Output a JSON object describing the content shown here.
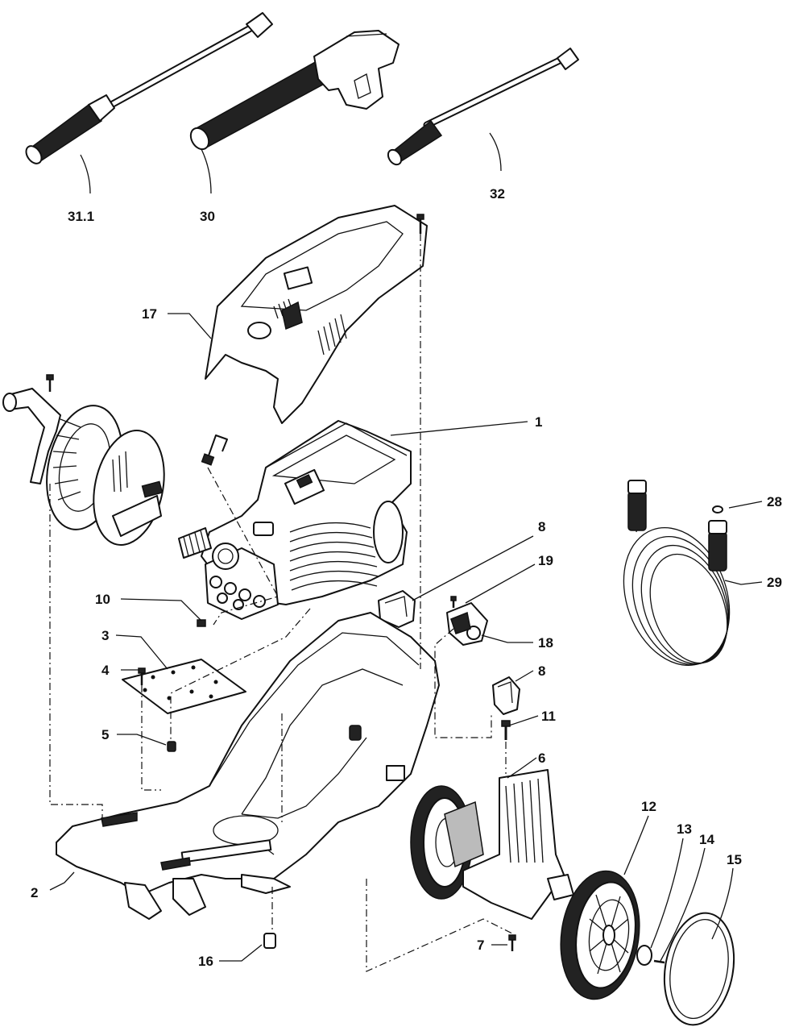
{
  "labels": [
    {
      "id": "31.1",
      "text": "31.1"
    },
    {
      "id": "30",
      "text": "30"
    },
    {
      "id": "32",
      "text": "32"
    },
    {
      "id": "17",
      "text": "17"
    },
    {
      "id": "1",
      "text": "1"
    },
    {
      "id": "28",
      "text": "28"
    },
    {
      "id": "29",
      "text": "29"
    },
    {
      "id": "8a",
      "text": "8"
    },
    {
      "id": "19",
      "text": "19"
    },
    {
      "id": "18",
      "text": "18"
    },
    {
      "id": "10",
      "text": "10"
    },
    {
      "id": "3",
      "text": "3"
    },
    {
      "id": "4",
      "text": "4"
    },
    {
      "id": "5",
      "text": "5"
    },
    {
      "id": "8b",
      "text": "8"
    },
    {
      "id": "11",
      "text": "11"
    },
    {
      "id": "6",
      "text": "6"
    },
    {
      "id": "12",
      "text": "12"
    },
    {
      "id": "13",
      "text": "13"
    },
    {
      "id": "14",
      "text": "14"
    },
    {
      "id": "15",
      "text": "15"
    },
    {
      "id": "2",
      "text": "2"
    },
    {
      "id": "7",
      "text": "7"
    },
    {
      "id": "16",
      "text": "16"
    }
  ]
}
